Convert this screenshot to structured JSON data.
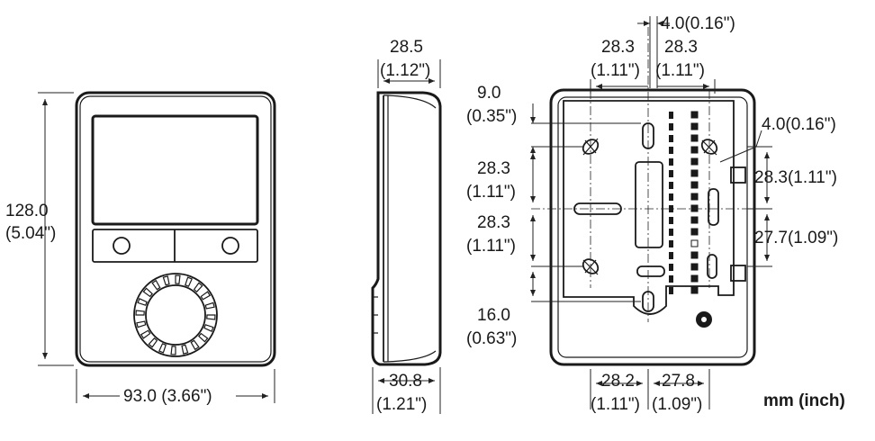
{
  "front_view": {
    "height_mm": "128.0",
    "height_in": "(5.04\")",
    "width": "93.0 (3.66\")"
  },
  "side_view": {
    "top_mm": "28.5",
    "top_in": "(1.12\")",
    "bottom_mm": "30.8",
    "bottom_in": "(1.21\")"
  },
  "back_view": {
    "top_offset": "4.0(0.16\")",
    "top_left_mm": "28.3",
    "top_left_in": "(1.11\")",
    "top_right_mm": "28.3",
    "top_right_in": "(1.11\")",
    "left_1_mm": "9.0",
    "left_1_in": "(0.35\")",
    "left_2_mm": "28.3",
    "left_2_in": "(1.11\")",
    "left_3_mm": "28.3",
    "left_3_in": "(1.11\")",
    "left_4_mm": "16.0",
    "left_4_in": "(0.63\")",
    "right_1": "4.0(0.16\")",
    "right_2": "28.3(1.11\")",
    "right_3": "27.7(1.09\")",
    "bottom_left_mm": "28.2",
    "bottom_left_in": "(1.11\")",
    "bottom_right_mm": "27.8",
    "bottom_right_in": "(1.09\")"
  },
  "units_label": "mm (inch)"
}
